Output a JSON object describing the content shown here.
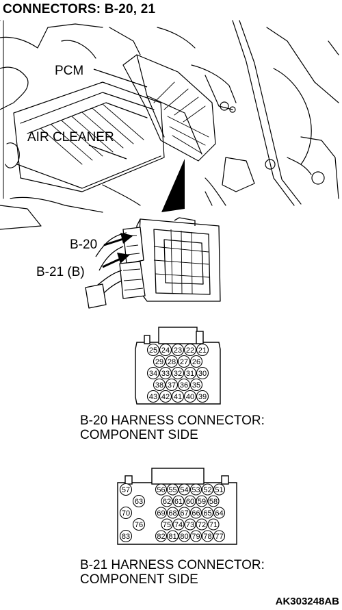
{
  "title": "CONNECTORS: B-20, 21",
  "labels": {
    "pcm": "PCM",
    "air_cleaner": "AIR CLEANER",
    "b20": "B-20",
    "b21": "B-21 (B)"
  },
  "connector_b20": {
    "caption": "B-20 HARNESS CONNECTOR:\nCOMPONENT SIDE",
    "rows": [
      [
        "25",
        "24",
        "23",
        "22",
        "21"
      ],
      [
        "29",
        "28",
        "27",
        "26"
      ],
      [
        "34",
        "33",
        "32",
        "31",
        "30"
      ],
      [
        "38",
        "37",
        "36",
        "35"
      ],
      [
        "43",
        "42",
        "41",
        "40",
        "39"
      ]
    ]
  },
  "connector_b21": {
    "caption": "B-21 HARNESS CONNECTOR:\nCOMPONENT SIDE",
    "rows": [
      [
        "56",
        "55",
        "54",
        "53",
        "52",
        "51"
      ],
      [
        "62",
        "61",
        "60",
        "59",
        "58"
      ],
      [
        "69",
        "68",
        "67",
        "66",
        "65",
        "64"
      ],
      [
        "75",
        "74",
        "73",
        "72",
        "71"
      ],
      [
        "82",
        "81",
        "80",
        "79",
        "78",
        "77"
      ]
    ],
    "side_pins": [
      "57",
      "63",
      "70",
      "76",
      "83"
    ]
  },
  "doc_id": "AK303248AB"
}
